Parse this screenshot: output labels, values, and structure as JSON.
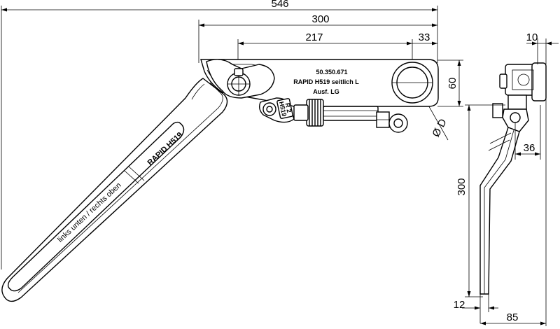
{
  "dimensions": {
    "d546": "546",
    "d300_top": "300",
    "d217": "217",
    "d33": "33",
    "d60": "60",
    "d10": "10",
    "d36": "36",
    "d300_side": "300",
    "d12": "12",
    "d85": "85",
    "dia": "Ø D"
  },
  "part_label": {
    "line1": "50.350.671",
    "line2": "RAPID H519 seitlich L",
    "line3": "Ausf. LG"
  },
  "arm_text": {
    "brand": "RAPID H519",
    "direction": "links unten / rechts oben"
  },
  "plate_text": {
    "t1": "R 2",
    "t2": "H519"
  }
}
